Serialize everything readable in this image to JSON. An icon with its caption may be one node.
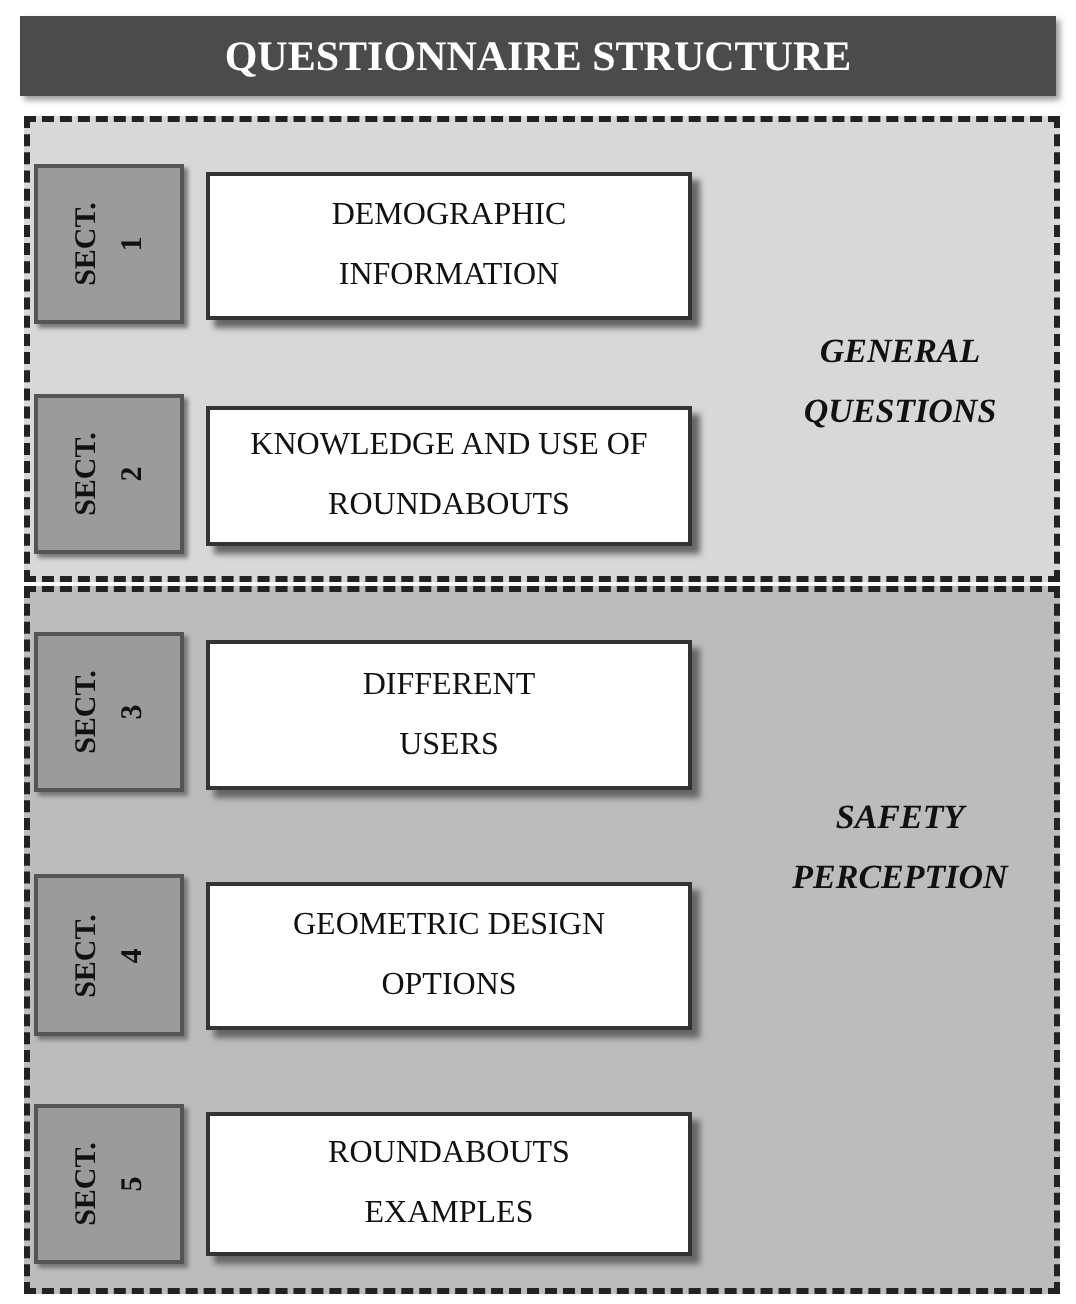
{
  "diagram": {
    "title": "QUESTIONNAIRE STRUCTURE",
    "nodes": [
      {
        "text": [
          "GENERAL QUESTIONS"
        ]
      },
      {
        "text": [
          "SECT. 1"
        ],
        "in": 0
      },
      {
        "text": [
          "DEMOGRAPHIC INFORMATION"
        ],
        "in": 0
      },
      {
        "text": [
          "SECT. 2"
        ],
        "in": 0
      },
      {
        "text": [
          "KNOWLEDGE AND USE OF ROUNDABOUTS"
        ],
        "in": 0
      },
      {
        "text": [
          "SAFETY PERCEPTION"
        ]
      },
      {
        "text": [
          "SECT. 3"
        ],
        "in": 5
      },
      {
        "text": [
          "DIFFERENT USERS"
        ],
        "in": 5
      },
      {
        "text": [
          "SECT. 4"
        ],
        "in": 5
      },
      {
        "text": [
          "GEOMETRIC DESIGN OPTIONS"
        ],
        "in": 5
      },
      {
        "text": [
          "SECT. 5"
        ],
        "in": 5
      },
      {
        "text": [
          "ROUNDABOUTS EXAMPLES"
        ],
        "in": 5
      }
    ]
  }
}
